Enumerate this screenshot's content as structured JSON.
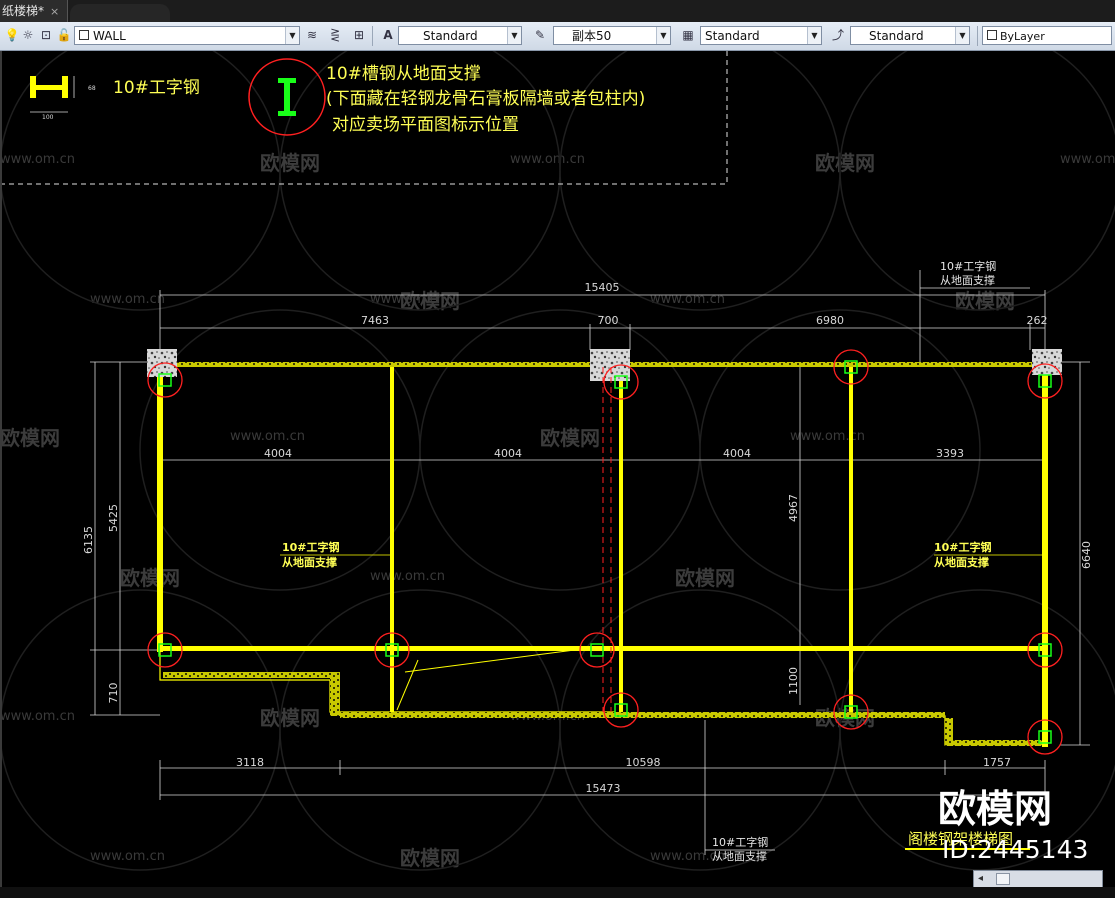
{
  "tab": {
    "title": "纸楼梯*",
    "close": "×"
  },
  "toolbar": {
    "layer": "WALL",
    "text_style": "Standard",
    "dim_style": "副本50",
    "table_style": "Standard",
    "multileader_style": "Standard",
    "color": "ByLayer"
  },
  "legend": {
    "ibeam_label": "10#工字钢",
    "ibeam_dim_h": "68",
    "ibeam_dim_w": "100",
    "channel_line1": "10#槽钢从地面支撑",
    "channel_line2": "(下面藏在轻钢龙骨石膏板隔墙或者包柱内)",
    "channel_line3": "对应卖场平面图标示位置"
  },
  "dims": {
    "overall_top": "15405",
    "top_left": "7463",
    "top_mid": "700",
    "top_right": "6980",
    "top_end": "262",
    "span1": "4004",
    "span2": "4004",
    "span3": "4004",
    "span4": "3393",
    "left_outer": "6135",
    "left_inner": "5425",
    "left_bottom": "710",
    "mid_vertical": "4967",
    "mid_bottom": "1100",
    "right_outer": "6640",
    "bottom_left": "3118",
    "bottom_mid": "10598",
    "bottom_right": "1757",
    "overall_bottom": "15473"
  },
  "notes": {
    "top_right_1": "10#工字钢",
    "top_right_2": "从地面支撑",
    "left_1": "10#工字钢",
    "left_2": "从地面支撑",
    "right_1": "10#工字钢",
    "right_2": "从地面支撑",
    "bottom_1": "10#工字钢",
    "bottom_2": "从地面支撑"
  },
  "drawing_title": "阁楼钢架楼梯图",
  "watermark": {
    "brand": "欧模网",
    "url": "www.om.cn",
    "id": "ID:2445143"
  },
  "colors": {
    "steel": "#ffff00",
    "dim": "#d9d9d9",
    "circle": "#ff2020",
    "support": "#19ff19",
    "text": "#ffff55",
    "hatch_dashed": "#ff2020"
  }
}
